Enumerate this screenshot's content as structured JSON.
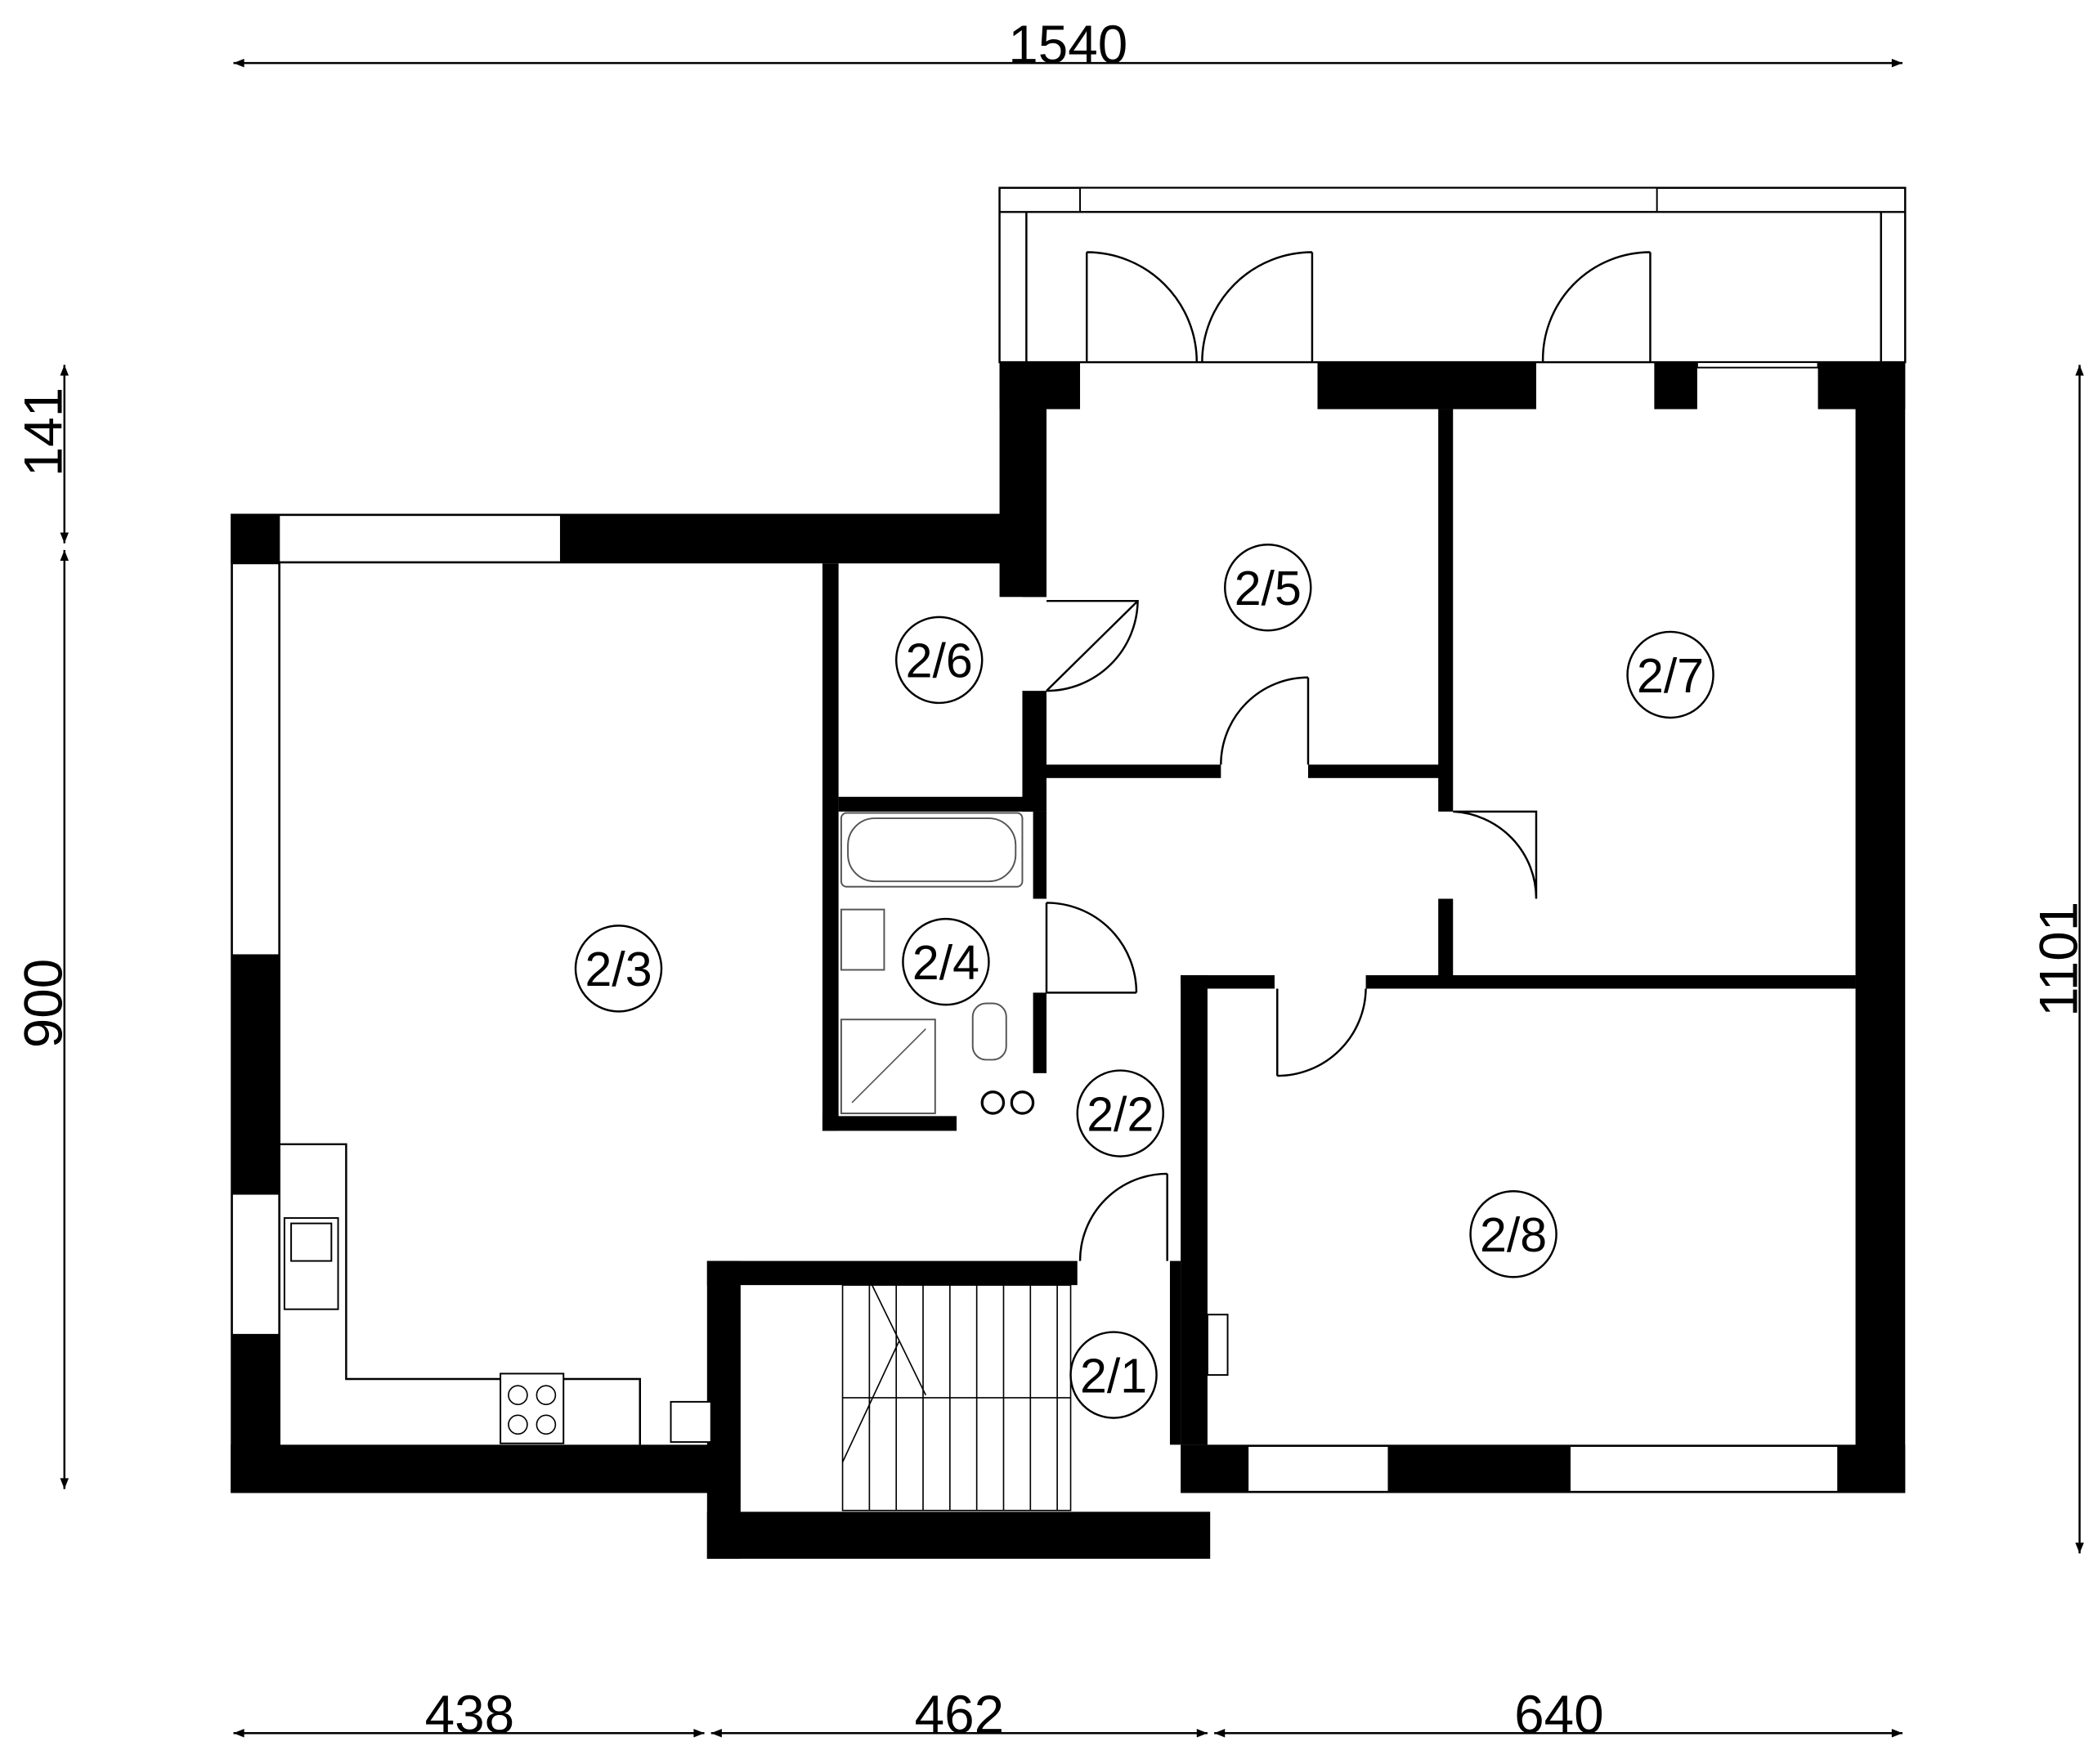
{
  "dimensions": {
    "total_width": "1540",
    "balcony_depth": "141",
    "left_height": "900",
    "right_height": "1101",
    "segment_1": "438",
    "segment_2": "462",
    "segment_3": "640"
  },
  "rooms": [
    {
      "id": "2/1"
    },
    {
      "id": "2/2"
    },
    {
      "id": "2/3"
    },
    {
      "id": "2/4"
    },
    {
      "id": "2/5"
    },
    {
      "id": "2/6"
    },
    {
      "id": "2/7"
    },
    {
      "id": "2/8"
    }
  ],
  "colors": {
    "wall": "#000000",
    "background": "#ffffff",
    "fixture": "#555555"
  }
}
